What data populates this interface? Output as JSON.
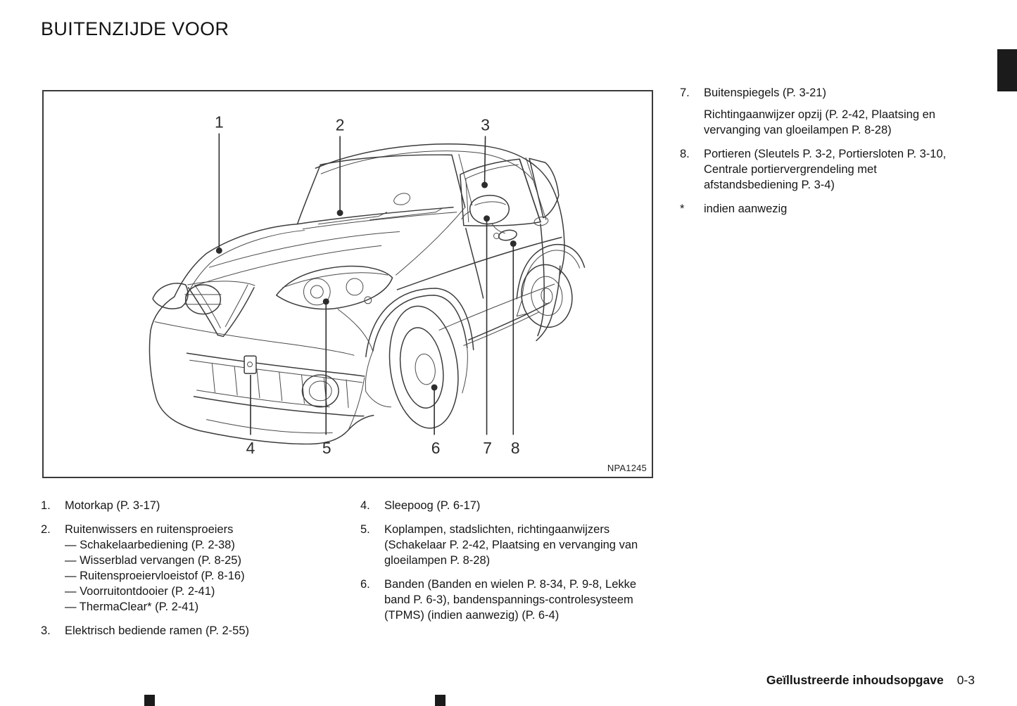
{
  "page": {
    "title": "BUITENZIJDE VOOR",
    "footer_section": "Geïllustreerde inhoudsopgave",
    "footer_page": "0-3"
  },
  "theme": {
    "ink": "#1a1a1a",
    "tab_color": "#1b1b1b"
  },
  "figure": {
    "code": "NPA1245",
    "callouts": [
      "1",
      "2",
      "3",
      "4",
      "5",
      "6",
      "7",
      "8"
    ]
  },
  "legend_left": [
    {
      "num": "1.",
      "label": "Motorkap (P. 3-17)"
    },
    {
      "num": "2.",
      "label": "Ruitenwissers en ruitensproeiers",
      "subitems": [
        "— Schakelaarbediening (P. 2-38)",
        "— Wisserblad vervangen (P. 8-25)",
        "— Ruitensproeiervloeistof (P. 8-16)",
        "— Voorruitontdooier (P. 2-41)",
        "— ThermaClear* (P. 2-41)"
      ]
    },
    {
      "num": "3.",
      "label": "Elektrisch bediende ramen (P. 2-55)"
    }
  ],
  "legend_middle": [
    {
      "num": "4.",
      "label": "Sleepoog (P. 6-17)"
    },
    {
      "num": "5.",
      "label": "Koplampen, stadslichten, richtingaanwijzers (Schakelaar P. 2-42, Plaatsing en vervanging van gloeilampen P. 8-28)"
    },
    {
      "num": "6.",
      "label": "Banden (Banden en wielen P. 8-34, P. 9-8, Lekke band P. 6-3), bandenspannings-controlesysteem (TPMS) (indien aanwezig) (P. 6-4)"
    }
  ],
  "legend_right": [
    {
      "num": "7.",
      "label": "Buitenspiegels (P. 3-21)",
      "note": "Richtingaanwijzer opzij (P. 2-42, Plaatsing en vervanging van gloeilampen P. 8-28)"
    },
    {
      "num": "8.",
      "label": "Portieren (Sleutels P. 3-2, Portiersloten P. 3-10, Centrale portiervergrendeling met afstandsbediening P. 3-4)"
    },
    {
      "num": "*",
      "label": "indien aanwezig"
    }
  ]
}
